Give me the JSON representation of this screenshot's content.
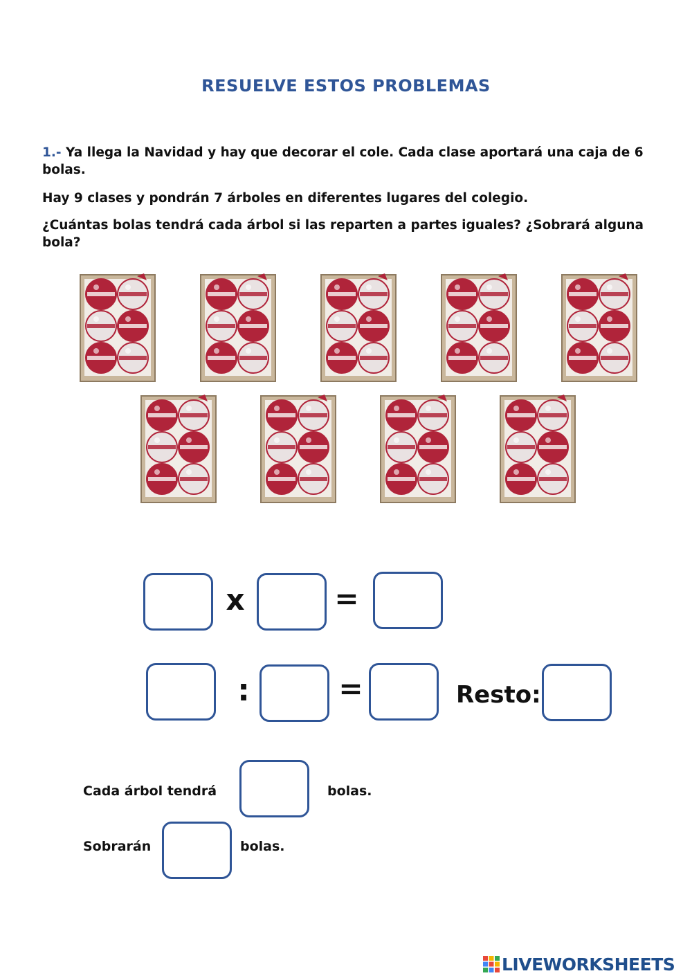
{
  "title": "RESUELVE ESTOS PROBLEMAS",
  "problem": {
    "number": "1.-",
    "line1": " Ya llega la Navidad y hay que decorar el cole. Cada clase aportará una caja de 6 bolas.",
    "line2": "Hay 9 clases y pondrán 7 árboles en diferentes lugares del colegio.",
    "line3": "¿Cuántas bolas tendrá cada árbol si las reparten a partes iguales? ¿Sobrará alguna bola?"
  },
  "equations": {
    "times": "x",
    "equals": "=",
    "divide": ":",
    "resto_label": "Resto:"
  },
  "answers": {
    "each_tree_prefix": "Cada árbol tendrá",
    "each_tree_suffix": "bolas.",
    "leftover_prefix": "Sobrarán",
    "leftover_suffix": "bolas."
  },
  "footer": {
    "brand": "LIVEWORKSHEETS"
  },
  "colors": {
    "accent": "#2f5597",
    "ornament_red": "#b0243a"
  },
  "image_count": 9
}
